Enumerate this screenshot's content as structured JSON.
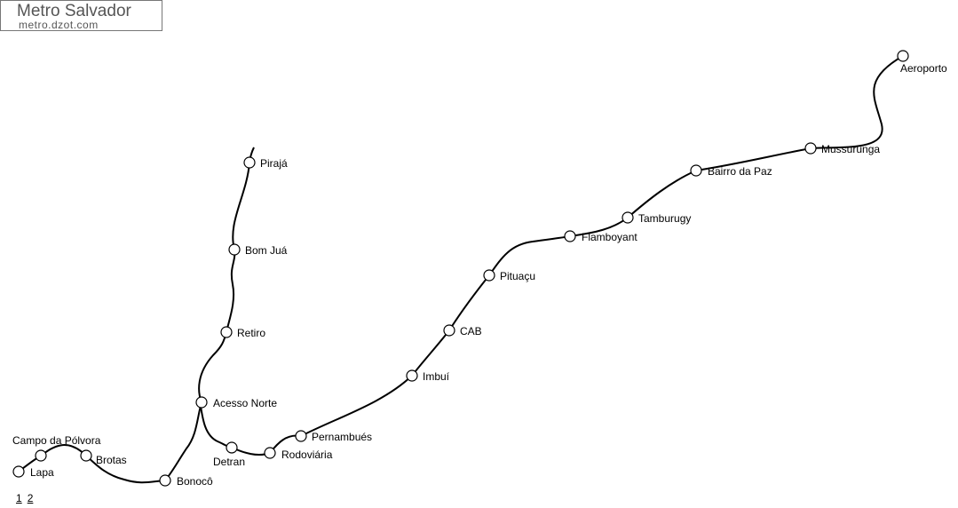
{
  "header": {
    "title": "Metro Salvador",
    "subtitle": "metro.dzot.com"
  },
  "lines": [
    {
      "stations": [
        "Lapa",
        "Campo da Pólvora",
        "Brotas",
        "Bonocô",
        "Acesso Norte",
        "Retiro",
        "Bom Juá",
        "Pirajá"
      ]
    },
    {
      "stations": [
        "Acesso Norte",
        "Detran",
        "Rodoviária",
        "Pernambués",
        "Imbuí",
        "CAB",
        "Pituaçu",
        "Flamboyant",
        "Tamburugy",
        "Bairro da Paz",
        "Mussurunga",
        "Aeroporto"
      ]
    }
  ],
  "pagination": [
    "1",
    "2"
  ],
  "colors": {
    "line": "#000000",
    "station_fill": "#ffffff"
  }
}
